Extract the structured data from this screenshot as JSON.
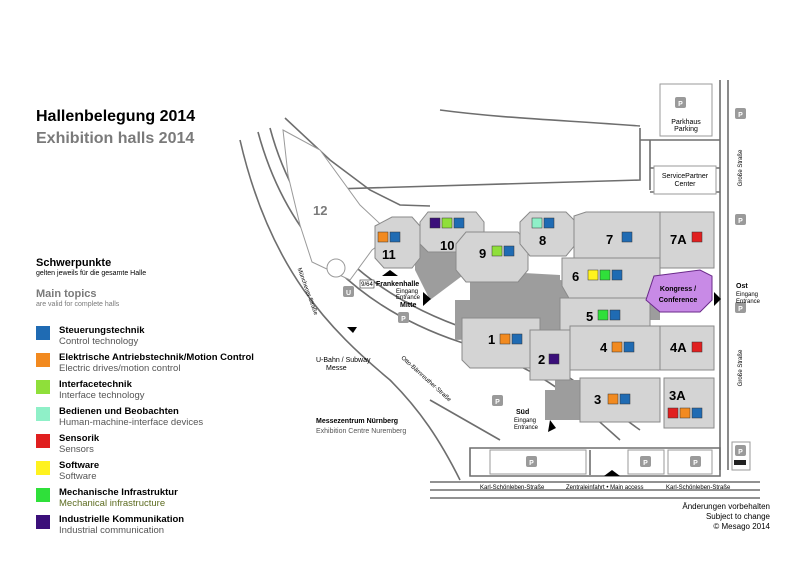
{
  "title": {
    "de": "Hallenbelegung 2014",
    "en": "Exhibition halls 2014"
  },
  "topics": {
    "de": "Schwerpunkte",
    "de_note": "gelten jeweils für die gesamte Halle",
    "en": "Main topics",
    "en_note": "are valid for complete halls"
  },
  "legend": [
    {
      "de": "Steuerungstechnik",
      "en": "Control technology",
      "color": "#1f6bb3"
    },
    {
      "de": "Elektrische Antriebstechnik/Motion Control",
      "en": "Electric drives/motion control",
      "color": "#f28a1f"
    },
    {
      "de": "Interfacetechnik",
      "en": "Interface technology",
      "color": "#8fdf3a"
    },
    {
      "de": "Bedienen und Beobachten",
      "en": "Human-machine-interface devices",
      "color": "#8ff0c8"
    },
    {
      "de": "Sensorik",
      "en": "Sensors",
      "color": "#e01f1f"
    },
    {
      "de": "Software",
      "en": "Software",
      "color": "#fff21f"
    },
    {
      "de": "Mechanische Infrastruktur",
      "en": "Mechanical infrastructure",
      "color": "#2fe03a"
    },
    {
      "de": "Industrielle Kommunikation",
      "en": "Industrial communication",
      "color": "#3b0f7a"
    }
  ],
  "halls": {
    "h12": "12",
    "h11": "11",
    "h10": "10",
    "h9": "9",
    "h8": "8",
    "h7": "7",
    "h7a": "7A",
    "h6": "6",
    "h5": "5",
    "h4": "4",
    "h4a": "4A",
    "h3": "3",
    "h3a": "3A",
    "h2": "2",
    "h1": "1"
  },
  "conference": {
    "line1": "Kongress /",
    "line2": "Conference"
  },
  "labels": {
    "parkhaus": "Parkhaus",
    "parking": "Parking",
    "servicepartner": "ServicePartner",
    "center": "Center",
    "grosse_strasse": "Große Straße",
    "muenchener_strasse": "Münchener Straße",
    "messe_strasse": "Otto-Bärnreuther-Straße",
    "frankenhalle": "Frankenhalle",
    "eingang": "Eingang",
    "entrance": "Entrance",
    "mitte": "Mitte",
    "ost": "Ost",
    "sued": "Süd",
    "ubahn": "U-Bahn / Subway",
    "messe": "Messe",
    "messezentrum_de": "Messezentrum Nürnberg",
    "messezentrum_en": "Exhibition Centre Nuremberg",
    "karl1": "Karl-Schönleben-Straße",
    "zentral": "Zentraleinfahrt • Main access",
    "karl2": "Karl-Schönleben-Straße",
    "p": "P",
    "u": "U",
    "tram": "9/64"
  },
  "footer": {
    "line1": "Änderungen vorbehalten",
    "line2": "Subject to change",
    "line3": "© Mesago 2014"
  }
}
